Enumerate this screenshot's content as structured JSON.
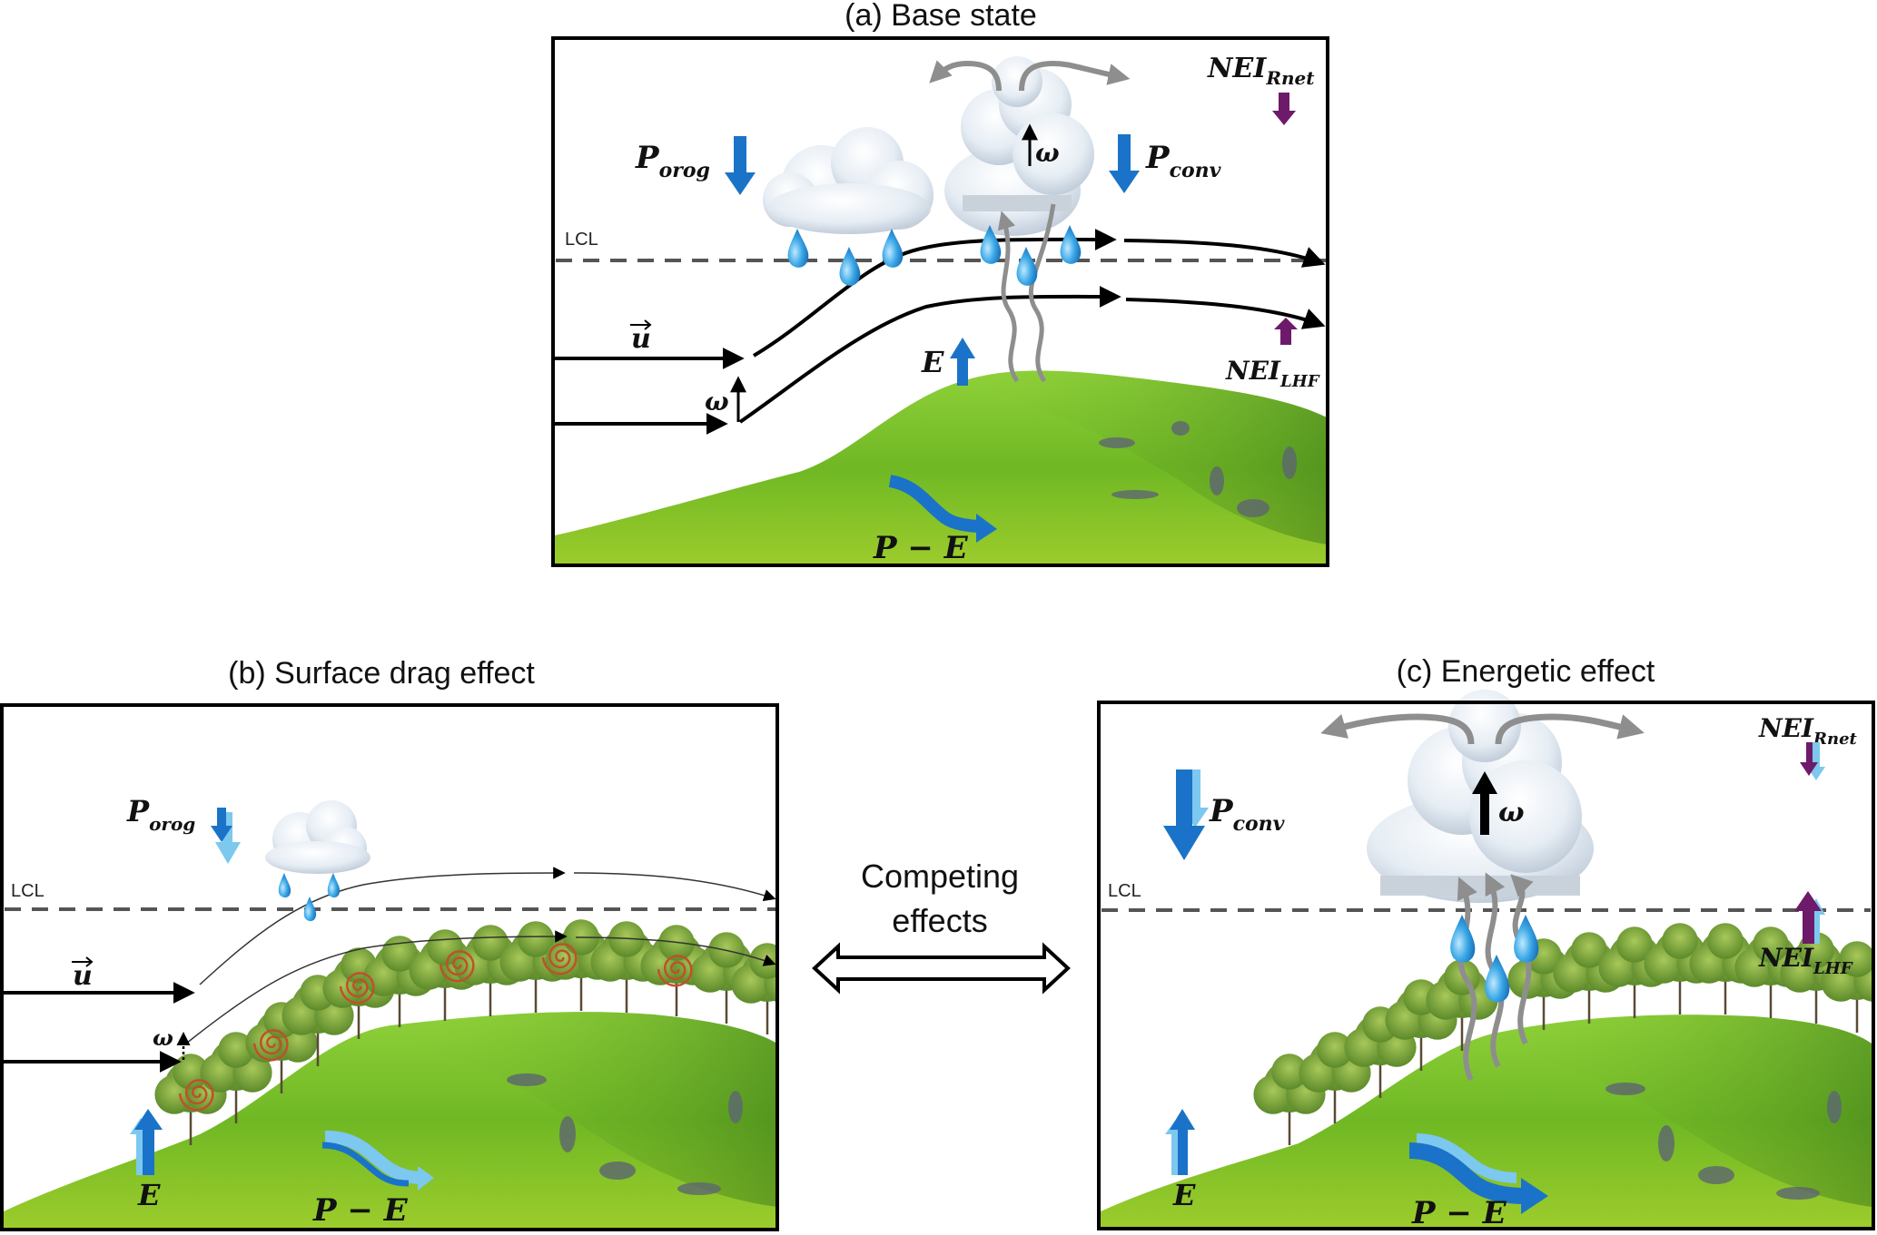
{
  "figure": {
    "panels": [
      {
        "id": "a",
        "title": "(a) Base state",
        "lcl_label": "LCL",
        "labels": {
          "wind": "u",
          "omega_low": "ω",
          "omega_cloud": "ω",
          "p_orog_main": "P",
          "p_orog_sub": "orog",
          "p_conv_main": "P",
          "p_conv_sub": "conv",
          "evap": "E",
          "runoff": "P − E",
          "nei_rnet_main": "NEI",
          "nei_rnet_sub": "Rnet",
          "nei_lhf_main": "NEI",
          "nei_lhf_sub": "LHF"
        }
      },
      {
        "id": "b",
        "title": "(b) Surface drag effect",
        "lcl_label": "LCL",
        "labels": {
          "wind": "u",
          "omega_low": "ω",
          "p_orog_main": "P",
          "p_orog_sub": "orog",
          "evap": "E",
          "runoff": "P − E"
        }
      },
      {
        "id": "c",
        "title": "(c) Energetic effect",
        "lcl_label": "LCL",
        "labels": {
          "omega_cloud": "ω",
          "p_conv_main": "P",
          "p_conv_sub": "conv",
          "evap": "E",
          "runoff": "P − E",
          "nei_rnet_main": "NEI",
          "nei_rnet_sub": "Rnet",
          "nei_lhf_main": "NEI",
          "nei_lhf_sub": "LHF"
        }
      }
    ],
    "connector": {
      "line1": "Competing",
      "line2": "effects",
      "icon": "double-headed-arrow-icon"
    },
    "colors": {
      "blue_arrow": "#1a73c8",
      "light_blue_arrow": "#7cc8ef",
      "purple_arrow": "#6e1a6a",
      "grey_arrow": "#8e8e8e",
      "eddy": "#c0502a",
      "grass": "#7cc22a",
      "lcl_line": "#555555"
    }
  }
}
